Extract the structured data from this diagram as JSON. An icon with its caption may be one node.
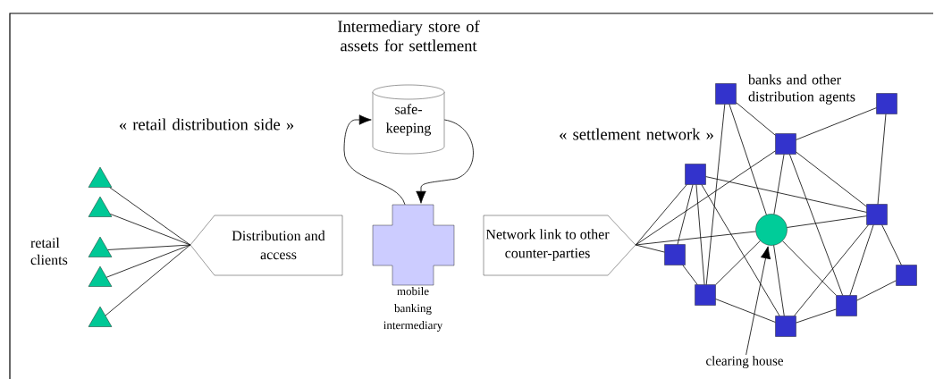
{
  "diagram": {
    "nodes": [
      {
        "text": [],
        "shape": "triangle"
      },
      {
        "text": [],
        "shape": "triangle"
      },
      {
        "text": [],
        "shape": "triangle"
      },
      {
        "text": [],
        "shape": "triangle"
      },
      {
        "text": [],
        "shape": "triangle"
      },
      {
        "text": [
          "Distribution and access"
        ]
      },
      {
        "text": [
          "safe-keeping"
        ]
      },
      {
        "text": [],
        "shape": "cross",
        "beside": [
          "mobile banking intermediary"
        ]
      },
      {
        "text": [
          "Network link to other counter-parties"
        ]
      },
      {
        "text": [],
        "shape": "box"
      },
      {
        "text": [],
        "shape": "box"
      },
      {
        "text": [],
        "shape": "box"
      },
      {
        "text": [],
        "shape": "box"
      },
      {
        "text": [],
        "shape": "box"
      },
      {
        "text": [],
        "shape": "circle"
      },
      {
        "text": [],
        "shape": "box"
      },
      {
        "text": [],
        "shape": "box"
      },
      {
        "text": [],
        "shape": "box"
      },
      {
        "text": [],
        "shape": "box"
      },
      {
        "text": [],
        "shape": "box"
      },
      {
        "text": [
          "clearing house"
        ]
      }
    ],
    "edges": [
      {
        "from": 0,
        "to": 5,
        "arrow": "none"
      },
      {
        "from": 1,
        "to": 5,
        "arrow": "none"
      },
      {
        "from": 2,
        "to": 5,
        "arrow": "none"
      },
      {
        "from": 3,
        "to": 5,
        "arrow": "none"
      },
      {
        "from": 4,
        "to": 5,
        "arrow": "none"
      },
      {
        "from": 7,
        "to": 6,
        "arrow": "to"
      },
      {
        "from": 6,
        "to": 7,
        "arrow": "to"
      },
      {
        "from": 8,
        "to": 12,
        "arrow": "none"
      },
      {
        "from": 8,
        "to": 11,
        "arrow": "none"
      },
      {
        "from": 8,
        "to": 15,
        "arrow": "none"
      },
      {
        "from": 8,
        "to": 14,
        "arrow": "none"
      },
      {
        "from": 9,
        "to": 11,
        "arrow": "none"
      },
      {
        "from": 9,
        "to": 17,
        "arrow": "none"
      },
      {
        "from": 9,
        "to": 14,
        "arrow": "none"
      },
      {
        "from": 10,
        "to": 11,
        "arrow": "none"
      },
      {
        "from": 10,
        "to": 13,
        "arrow": "none"
      },
      {
        "from": 11,
        "to": 14,
        "arrow": "none"
      },
      {
        "from": 11,
        "to": 18,
        "arrow": "none"
      },
      {
        "from": 11,
        "to": 13,
        "arrow": "none"
      },
      {
        "from": 12,
        "to": 15,
        "arrow": "none"
      },
      {
        "from": 12,
        "to": 17,
        "arrow": "none"
      },
      {
        "from": 12,
        "to": 19,
        "arrow": "none"
      },
      {
        "from": 12,
        "to": 13,
        "arrow": "none"
      },
      {
        "from": 15,
        "to": 17,
        "arrow": "none"
      },
      {
        "from": 14,
        "to": 13,
        "arrow": "none"
      },
      {
        "from": 14,
        "to": 17,
        "arrow": "none"
      },
      {
        "from": 14,
        "to": 19,
        "arrow": "none"
      },
      {
        "from": 14,
        "to": 18,
        "arrow": "none"
      },
      {
        "from": 13,
        "to": 19,
        "arrow": "none"
      },
      {
        "from": 13,
        "to": 18,
        "arrow": "none"
      },
      {
        "from": 13,
        "to": 16,
        "arrow": "none"
      },
      {
        "from": 16,
        "to": 18,
        "arrow": "none"
      },
      {
        "from": 17,
        "to": 19,
        "arrow": "none"
      },
      {
        "from": 18,
        "to": 19,
        "arrow": "none"
      },
      {
        "from": 20,
        "to": 14,
        "arrow": "to"
      }
    ],
    "labels": [
      "Intermediary store of assets for settlement",
      "« retail distribution side »",
      "« settlement network »",
      "retail clients",
      "banks and other distribution agents"
    ]
  }
}
